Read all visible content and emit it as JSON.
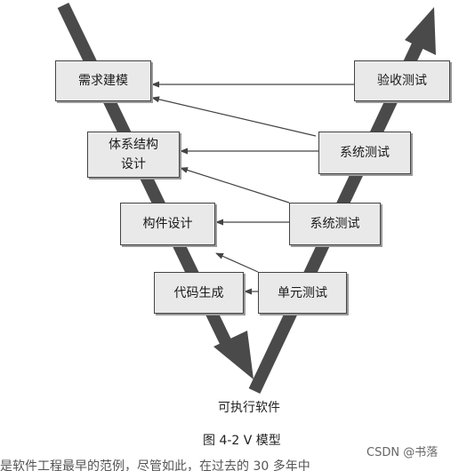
{
  "boxes": {
    "requirements": "需求建模",
    "architecture": "体系结构\n设计",
    "component_design": "构件设计",
    "code_generation": "代码生成",
    "unit_test": "单元测试",
    "integration_test": "系统测试",
    "system_test": "系统测试",
    "acceptance_test": "验收测试"
  },
  "bottom_label": "可执行软件",
  "caption": "图 4-2   V 模型",
  "watermark": "CSDN @书落",
  "partial_text": "是软件工程最早的范例，尽管如此，在过去的 30 多年中"
}
